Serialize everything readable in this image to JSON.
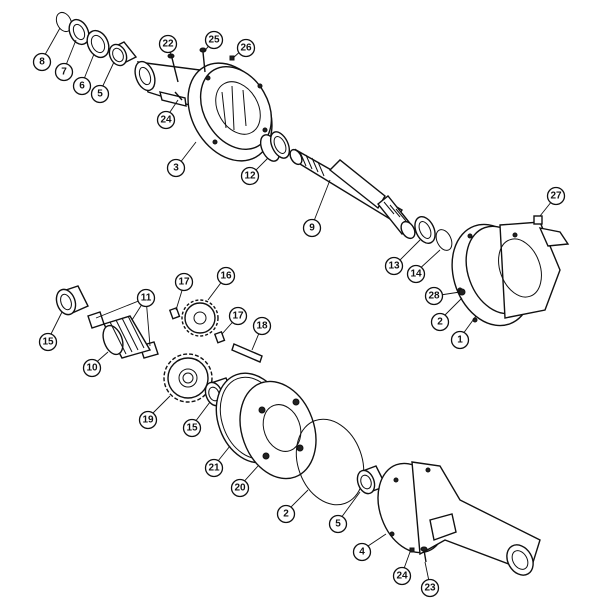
{
  "callouts": [
    {
      "id": "c8",
      "label": "8"
    },
    {
      "id": "c7",
      "label": "7"
    },
    {
      "id": "c6",
      "label": "6"
    },
    {
      "id": "c5a",
      "label": "5"
    },
    {
      "id": "c22",
      "label": "22"
    },
    {
      "id": "c25",
      "label": "25"
    },
    {
      "id": "c26",
      "label": "26"
    },
    {
      "id": "c24a",
      "label": "24"
    },
    {
      "id": "c3",
      "label": "3"
    },
    {
      "id": "c12",
      "label": "12"
    },
    {
      "id": "c9",
      "label": "9"
    },
    {
      "id": "c27",
      "label": "27"
    },
    {
      "id": "c13",
      "label": "13"
    },
    {
      "id": "c14",
      "label": "14"
    },
    {
      "id": "c28",
      "label": "28"
    },
    {
      "id": "c2a",
      "label": "2"
    },
    {
      "id": "c1",
      "label": "1"
    },
    {
      "id": "c11",
      "label": "11"
    },
    {
      "id": "c17a",
      "label": "17"
    },
    {
      "id": "c16",
      "label": "16"
    },
    {
      "id": "c17b",
      "label": "17"
    },
    {
      "id": "c18",
      "label": "18"
    },
    {
      "id": "c15a",
      "label": "15"
    },
    {
      "id": "c10",
      "label": "10"
    },
    {
      "id": "c19",
      "label": "19"
    },
    {
      "id": "c15b",
      "label": "15"
    },
    {
      "id": "c21",
      "label": "21"
    },
    {
      "id": "c20",
      "label": "20"
    },
    {
      "id": "c2b",
      "label": "2"
    },
    {
      "id": "c5b",
      "label": "5"
    },
    {
      "id": "c4",
      "label": "4"
    },
    {
      "id": "c24b",
      "label": "24"
    },
    {
      "id": "c23",
      "label": "23"
    }
  ]
}
